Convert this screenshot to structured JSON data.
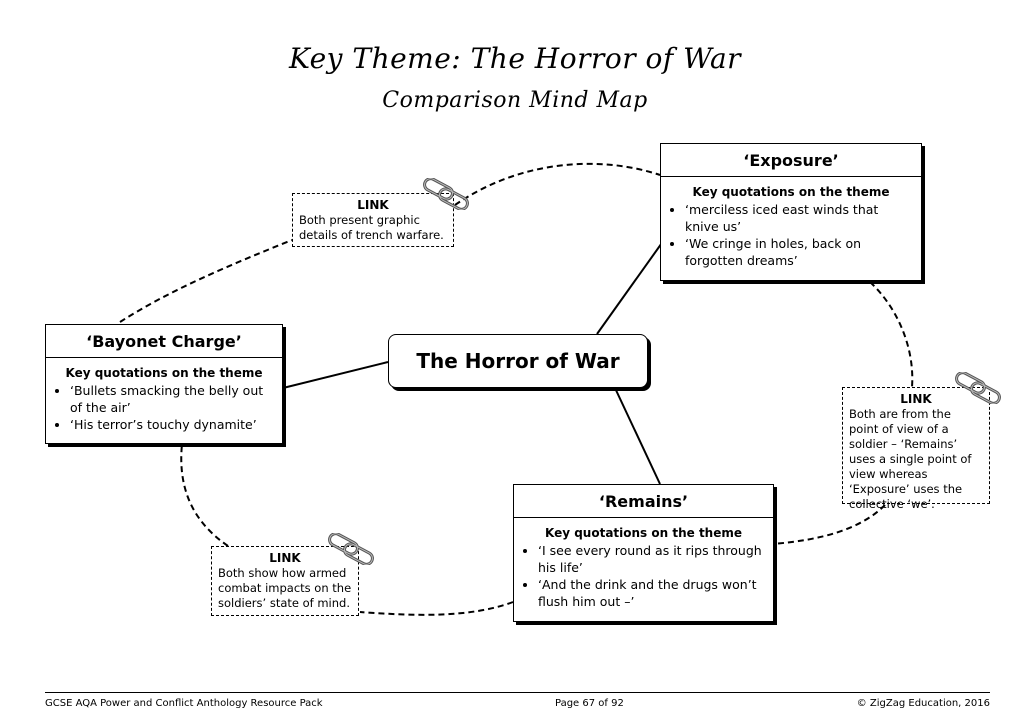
{
  "title": "Key Theme: The Horror of War",
  "subtitle": "Comparison Mind Map",
  "central": "The Horror of War",
  "poems": {
    "exposure": {
      "title": "‘Exposure’",
      "subheading": "Key quotations on the theme",
      "quotes": [
        "‘merciless iced east winds that knive us’",
        "‘We cringe in holes, back on forgotten dreams’"
      ]
    },
    "bayonet": {
      "title": "‘Bayonet Charge’",
      "subheading": "Key quotations on the theme",
      "quotes": [
        "‘Bullets smacking the belly out of the air’",
        "‘His terror’s touchy dynamite’"
      ]
    },
    "remains": {
      "title": "‘Remains’",
      "subheading": "Key quotations on the theme",
      "quotes": [
        "‘I see every round as it rips through his life’",
        "‘And the drink and the drugs won’t flush him out –’"
      ]
    }
  },
  "links": {
    "link1": {
      "label": "LINK",
      "text": "Both present graphic details of trench warfare."
    },
    "link2": {
      "label": "LINK",
      "text": "Both are from the point of view of a soldier – ‘Remains’ uses a single point of view whereas ‘Exposure’ uses the collective ‘we’."
    },
    "link3": {
      "label": "LINK",
      "text": "Both show how armed combat impacts on the soldiers’ state of mind."
    }
  },
  "icons": {
    "clip": "paperclip-icon"
  },
  "footer": {
    "left": "GCSE AQA Power and Conflict Anthology Resource Pack",
    "middle": "Page 67 of 92",
    "right": "© ZigZag Education, 2016"
  }
}
